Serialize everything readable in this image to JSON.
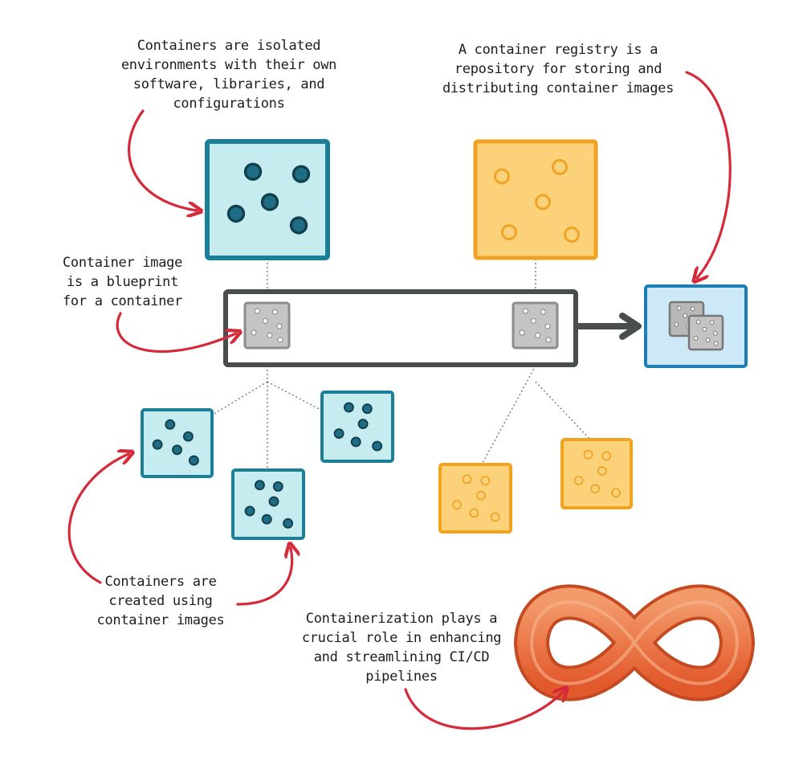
{
  "annotations": {
    "containers_isolated": [
      "Containers are isolated",
      "environments with their own",
      "software, libraries, and",
      "configurations"
    ],
    "registry": [
      "A container registry is a",
      "repository for storing and",
      "distributing container images"
    ],
    "image_blueprint": [
      "Container image",
      "is a blueprint",
      "for a container"
    ],
    "created_using": [
      "Containers are",
      "created using",
      "container images"
    ],
    "cicd": [
      "Containerization plays a",
      "crucial role in enhancing",
      "and streamlining CI/CD",
      "pipelines"
    ]
  },
  "colors": {
    "teal_fill": "#c6ecef",
    "teal_stroke": "#1a7f97",
    "teal_dot": "#1f6d85",
    "orange_fill": "#fbd27a",
    "orange_stroke": "#f0a321",
    "orange_dot": "#f2a325",
    "gray_fill": "#c4c4c4",
    "gray_stroke": "#8c8c8c",
    "bar_stroke": "#4a4d4d",
    "registry_fill": "#cde8f6",
    "registry_stroke": "#1a7fb3",
    "arrow_red": "#d42a3a",
    "infinity": "#e96a3a"
  },
  "icons": [
    "container-icon",
    "container-image-icon",
    "container-registry-icon",
    "infinity-icon",
    "arrow-icon"
  ]
}
